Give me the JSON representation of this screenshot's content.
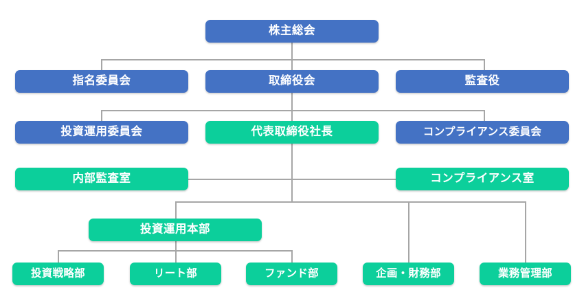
{
  "chart": {
    "type": "organization-chart",
    "title_text": "",
    "colors": {
      "blue": "#4472C4",
      "green": "#0CCF9B",
      "connector": "#A6A6A6",
      "background": "#FFFFFF",
      "node_text": "#FFFFFF"
    },
    "levels": [
      {
        "level": 1,
        "nodes": [
          {
            "id": "shareholders-meeting",
            "label": "株主総会",
            "color": "blue"
          }
        ]
      },
      {
        "level": 2,
        "nodes": [
          {
            "id": "nomination-committee",
            "label": "指名委員会",
            "color": "blue"
          },
          {
            "id": "board-of-directors",
            "label": "取締役会",
            "color": "blue"
          },
          {
            "id": "auditor",
            "label": "監査役",
            "color": "blue"
          }
        ]
      },
      {
        "level": 3,
        "nodes": [
          {
            "id": "investment-management-committee",
            "label": "投資運用委員会",
            "color": "blue"
          },
          {
            "id": "president-ceo",
            "label": "代表取締役社長",
            "color": "green"
          },
          {
            "id": "compliance-committee",
            "label": "コンプライアンス委員会",
            "color": "blue"
          }
        ]
      },
      {
        "level": 4,
        "nodes": [
          {
            "id": "internal-audit-office",
            "label": "内部監査室",
            "color": "green"
          },
          {
            "id": "compliance-office",
            "label": "コンプライアンス室",
            "color": "green"
          }
        ]
      },
      {
        "level": 5,
        "nodes": [
          {
            "id": "investment-management-division",
            "label": "投資運用本部",
            "color": "green"
          }
        ]
      },
      {
        "level": 6,
        "nodes": [
          {
            "id": "investment-strategy-dept",
            "label": "投資戦略部",
            "color": "green"
          },
          {
            "id": "reit-dept",
            "label": "リート部",
            "color": "green"
          },
          {
            "id": "fund-dept",
            "label": "ファンド部",
            "color": "green"
          },
          {
            "id": "planning-finance-dept",
            "label": "企画・財務部",
            "color": "green"
          },
          {
            "id": "business-management-dept",
            "label": "業務管理部",
            "color": "green"
          }
        ]
      }
    ]
  }
}
